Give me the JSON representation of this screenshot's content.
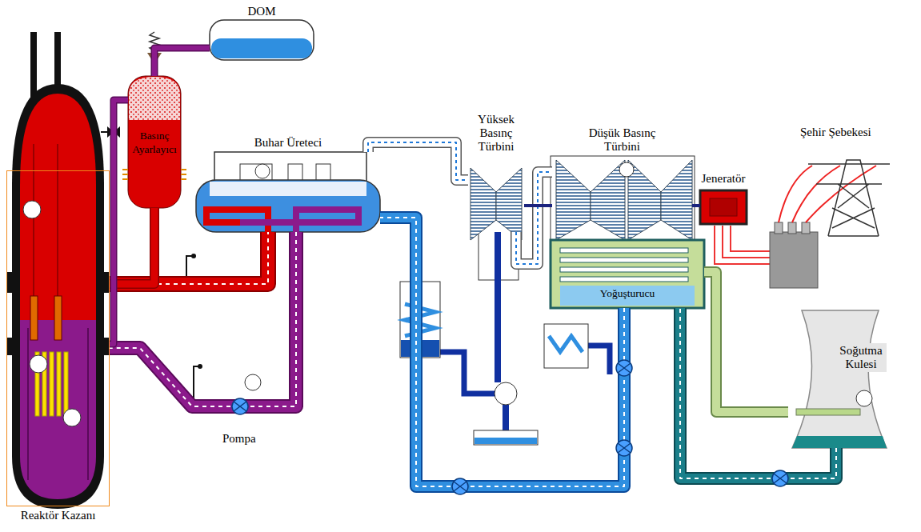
{
  "diagram": {
    "nodes": [
      {
        "text": [
          "Reaktör Kazanı"
        ]
      },
      {
        "text": [
          "Basınç Ayarlayıcı"
        ]
      },
      {
        "text": [
          "DOM"
        ]
      },
      {
        "text": [
          "Buhar Üreteci"
        ]
      },
      {
        "text": [
          "Yüksek Basınç Türbini"
        ]
      },
      {
        "text": [
          "Düşük Basınç Türbini"
        ]
      },
      {
        "text": [
          "Jeneratör"
        ]
      },
      {
        "text": [
          "Yoğuşturucu"
        ]
      },
      {
        "text": [
          "Soğutma Kulesi"
        ]
      }
    ],
    "edges": [
      {
        "from": 0,
        "to": 3,
        "arrow": "none"
      },
      {
        "from": 3,
        "to": 0,
        "arrow": "none"
      },
      {
        "from": 1,
        "to": 0,
        "arrow": "none"
      },
      {
        "from": 0,
        "to": 1,
        "arrow": "none"
      },
      {
        "from": 1,
        "to": 2,
        "arrow": "none"
      },
      {
        "from": 3,
        "to": 4,
        "arrow": "none"
      },
      {
        "from": 4,
        "to": 5,
        "arrow": "none"
      },
      {
        "from": 4,
        "to": 5,
        "arrow": "none"
      },
      {
        "from": 5,
        "to": 6,
        "arrow": "none"
      },
      {
        "from": 7,
        "to": 3,
        "arrow": "none"
      },
      {
        "from": 7,
        "to": 8,
        "arrow": "none"
      },
      {
        "from": 8,
        "to": 7,
        "arrow": "none"
      }
    ],
    "labels": [
      "Pompa",
      "Şehir Şebekesi"
    ]
  }
}
